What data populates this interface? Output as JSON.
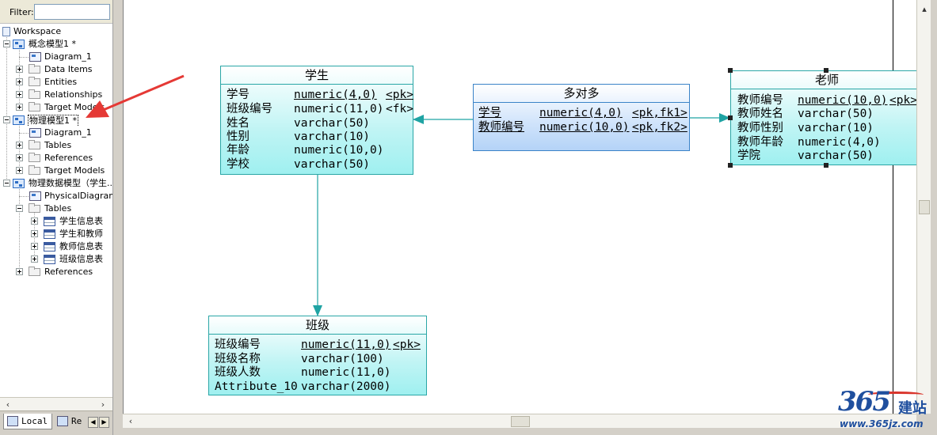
{
  "filter": {
    "label": "Filter:",
    "value": ""
  },
  "tree": [
    {
      "label": "Workspace",
      "icon": "workspace-icon"
    },
    {
      "label": "概念模型1 *",
      "icon": "model-icon"
    },
    {
      "label": "Diagram_1",
      "icon": "diagram-icon"
    },
    {
      "label": "Data Items",
      "icon": "folder-icon"
    },
    {
      "label": "Entities",
      "icon": "folder-icon"
    },
    {
      "label": "Relationships",
      "icon": "folder-icon"
    },
    {
      "label": "Target Models",
      "icon": "folder-icon"
    },
    {
      "label": "物理模型1 *",
      "icon": "model-icon"
    },
    {
      "label": "Diagram_1",
      "icon": "diagram-icon"
    },
    {
      "label": "Tables",
      "icon": "folder-icon"
    },
    {
      "label": "References",
      "icon": "folder-icon"
    },
    {
      "label": "Target Models",
      "icon": "folder-icon"
    },
    {
      "label": "物理数据模型（学生...",
      "icon": "model-icon"
    },
    {
      "label": "PhysicalDiagram_1",
      "icon": "diagram-icon"
    },
    {
      "label": "Tables",
      "icon": "folder-icon"
    },
    {
      "label": "学生信息表",
      "icon": "table-icon"
    },
    {
      "label": "学生和教师",
      "icon": "table-icon"
    },
    {
      "label": "教师信息表",
      "icon": "table-icon"
    },
    {
      "label": "班级信息表",
      "icon": "table-icon"
    },
    {
      "label": "References",
      "icon": "folder-icon"
    }
  ],
  "bottom_tabs": {
    "local": "Local",
    "repository": "Re"
  },
  "entities": {
    "student": {
      "title": "学生",
      "rows": [
        {
          "name": "学号",
          "type": "numeric(4,0)",
          "key": "<pk>"
        },
        {
          "name": "班级编号",
          "type": "numeric(11,0)",
          "key": "<fk>"
        },
        {
          "name": "姓名",
          "type": "varchar(50)",
          "key": ""
        },
        {
          "name": "性别",
          "type": "varchar(10)",
          "key": ""
        },
        {
          "name": "年龄",
          "type": "numeric(10,0)",
          "key": ""
        },
        {
          "name": "学校",
          "type": "varchar(50)",
          "key": ""
        }
      ]
    },
    "many_to_many": {
      "title": "多对多",
      "rows": [
        {
          "name": "学号",
          "type": "numeric(4,0)",
          "key": "<pk,fk1>"
        },
        {
          "name": "教师编号",
          "type": "numeric(10,0)",
          "key": "<pk,fk2>"
        }
      ]
    },
    "teacher": {
      "title": "老师",
      "rows": [
        {
          "name": "教师编号",
          "type": "numeric(10,0)",
          "key": "<pk>"
        },
        {
          "name": "教师姓名",
          "type": "varchar(50)",
          "key": ""
        },
        {
          "name": "教师性别",
          "type": "varchar(10)",
          "key": ""
        },
        {
          "name": "教师年龄",
          "type": "numeric(4,0)",
          "key": ""
        },
        {
          "name": "学院",
          "type": "varchar(50)",
          "key": ""
        }
      ]
    },
    "class": {
      "title": "班级",
      "rows": [
        {
          "name": "班级编号",
          "type": "numeric(11,0)",
          "key": "<pk>"
        },
        {
          "name": "班级名称",
          "type": "varchar(100)",
          "key": ""
        },
        {
          "name": "班级人数",
          "type": "numeric(11,0)",
          "key": ""
        },
        {
          "name": "Attribute_10",
          "type": "varchar(2000)",
          "key": ""
        }
      ]
    }
  },
  "colors": {
    "entity_border": "#2aa6a6",
    "link_color": "#1fa3a3",
    "annotation_arrow": "#e53935"
  },
  "watermark": {
    "number": "365",
    "brand": "建站",
    "url": "www.365jz.com"
  }
}
